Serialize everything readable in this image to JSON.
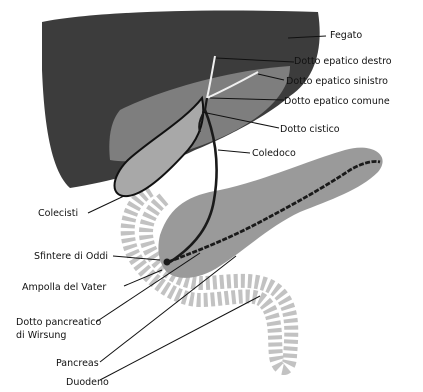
{
  "diagram": {
    "labels": {
      "fegato": "Fegato",
      "dotto_epatico_destro": "Dotto epatico destro",
      "dotto_epatico_sinistro": "Dotto epatico sinistro",
      "dotto_epatico_comune": "Dotto epatico comune",
      "dotto_cistico": "Dotto cistico",
      "coledoco": "Coledoco",
      "colecisti": "Colecisti",
      "sfintere_di_oddi": "Sfintere di Oddi",
      "ampolla_del_vater": "Ampolla del Vater",
      "dotto_pancreatico_line1": "Dotto pancreatico",
      "dotto_pancreatico_line2": "di Wirsung",
      "pancreas": "Pancreas",
      "duodeno": "Duodeno"
    },
    "colors": {
      "liver": "#3c3c3c",
      "liver_inner": "#8a8a8a",
      "pancreas": "#9a9a9a",
      "gallbladder": "#a8a8a8",
      "duct": "#1a1a1a"
    }
  }
}
